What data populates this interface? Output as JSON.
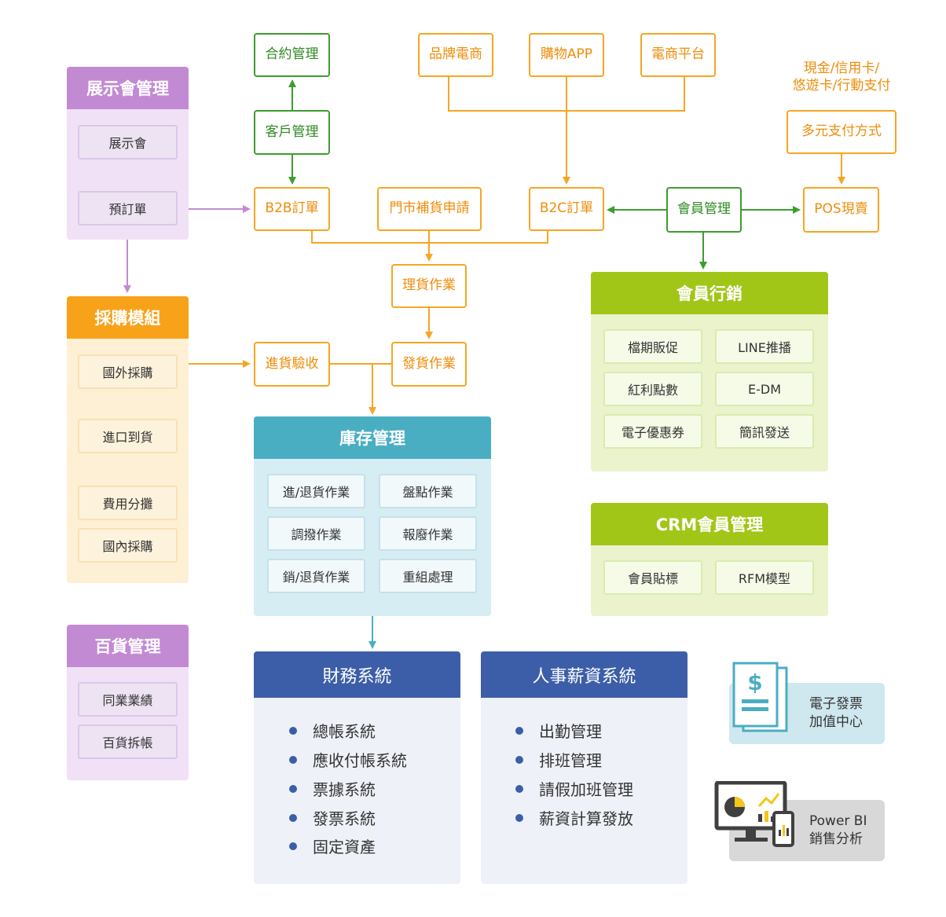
{
  "top_nodes": {
    "contract": "合約管理",
    "customer": "客戶管理",
    "brand_ec": "品牌電商",
    "shop_app": "購物APP",
    "ec_platform": "電商平台",
    "payment_note": "現金/信用卡/\n悠遊卡/行動支付",
    "multi_pay": "多元支付方式",
    "b2b": "B2B訂單",
    "store_restock": "門市補貨申請",
    "b2c": "B2C訂單",
    "member_mgmt": "會員管理",
    "pos": "POS現賣",
    "picking": "理貨作業",
    "receiving": "進貨驗收",
    "shipping": "發貨作業"
  },
  "exhibition": {
    "title": "展示會管理",
    "items": [
      "展示會",
      "預訂單"
    ]
  },
  "purchase": {
    "title": "採購模組",
    "items": [
      "國外採購",
      "進口到貨",
      "費用分攤",
      "國內採購"
    ]
  },
  "department": {
    "title": "百貨管理",
    "items": [
      "同業業績",
      "百貨拆帳"
    ]
  },
  "inventory": {
    "title": "庫存管理",
    "items": [
      "進/退貨作業",
      "盤點作業",
      "調撥作業",
      "報廢作業",
      "銷/退貨作業",
      "重組處理"
    ]
  },
  "member_marketing": {
    "title": "會員行銷",
    "items": [
      "檔期販促",
      "LINE推播",
      "紅利點數",
      "E-DM",
      "電子優惠券",
      "簡訊發送"
    ]
  },
  "crm": {
    "title": "CRM會員管理",
    "items": [
      "會員貼標",
      "RFM模型"
    ]
  },
  "finance": {
    "title": "財務系統",
    "items": [
      "總帳系統",
      "應收付帳系統",
      "票據系統",
      "發票系統",
      "固定資產"
    ]
  },
  "hr": {
    "title": "人事薪資系統",
    "items": [
      "出勤管理",
      "排班管理",
      "請假加班管理",
      "薪資計算發放"
    ]
  },
  "einvoice": {
    "label": "電子發票\n加值中心",
    "icon": "invoice-document-icon"
  },
  "powerbi": {
    "label": "Power BI\n銷售分析",
    "icon": "dashboard-monitor-icon"
  },
  "colors": {
    "green": "#3f9b2f",
    "orange": "#f5a623",
    "purple": "#c38ad4",
    "teal": "#4aaec3",
    "lime": "#a2c617",
    "navy": "#3c5ea8"
  }
}
